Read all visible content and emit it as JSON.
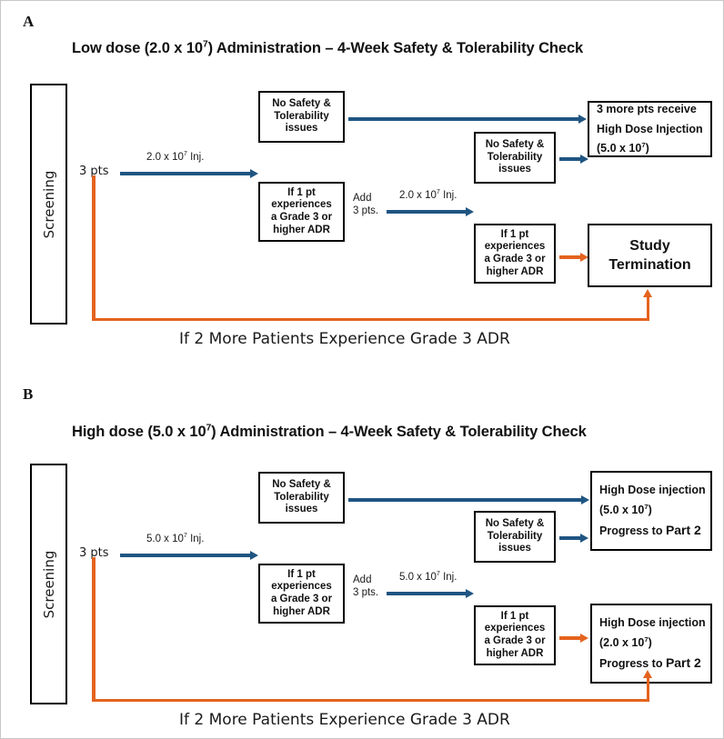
{
  "figure": {
    "panels": [
      {
        "letter": "A",
        "title_parts": {
          "pre": "Low dose (2.0 x 10",
          "exp": "7",
          "post": ") Administration – 4-Week Safety & Tolerability Check"
        },
        "title_plain": "Low dose (2.0 x 10⁷) Administration – 4-Week Safety & Tolerability Check",
        "screening_label": "Screening",
        "start_label": "3 pts",
        "edges": {
          "first_injection": "2.0 x 10⁷ Inj.",
          "add_patients_line1": "Add",
          "add_patients_line2": "3 pts.",
          "second_injection": "2.0 x 10⁷ Inj."
        },
        "nodes": {
          "no_issues_top": [
            "No Safety &",
            "Tolerability",
            "issues"
          ],
          "adr_left": [
            "If 1 pt",
            "experiences",
            "a Grade 3 or",
            "higher ADR"
          ],
          "no_issues_mid": [
            "No Safety &",
            "Tolerability",
            "issues"
          ],
          "adr_right": [
            "If 1 pt",
            "experiences",
            "a Grade 3 or",
            "higher ADR"
          ],
          "outcome_top": [
            "3 more pts receive",
            "High Dose Injection",
            "(5.0 x 10⁷)"
          ],
          "outcome_bottom": [
            "Study",
            "Termination"
          ]
        },
        "bottom_caption": "If 2 More Patients Experience Grade 3 ADR"
      },
      {
        "letter": "B",
        "title_parts": {
          "pre": "High dose (5.0 x 10",
          "exp": "7",
          "post": ") Administration – 4-Week Safety & Tolerability Check"
        },
        "title_plain": "High dose (5.0 x 10⁷) Administration – 4-Week Safety & Tolerability Check",
        "screening_label": "Screening",
        "start_label": "3 pts",
        "edges": {
          "first_injection": "5.0 x 10⁷ Inj.",
          "add_patients_line1": "Add",
          "add_patients_line2": "3 pts.",
          "second_injection": "5.0 x 10⁷ Inj."
        },
        "nodes": {
          "no_issues_top": [
            "No Safety &",
            "Tolerability",
            "issues"
          ],
          "adr_left": [
            "If 1 pt",
            "experiences",
            "a Grade 3 or",
            "higher ADR"
          ],
          "no_issues_mid": [
            "No Safety &",
            "Tolerability",
            "issues"
          ],
          "adr_right": [
            "If 1 pt",
            "experiences",
            "a Grade 3 or",
            "higher ADR"
          ],
          "outcome_top": [
            "High Dose injection",
            "(5.0 x 10⁷)",
            "Progress to Part 2"
          ],
          "outcome_bottom": [
            "High Dose injection",
            "(2.0 x 10⁷)",
            "Progress to Part 2"
          ]
        },
        "bottom_caption": "If 2 More Patients Experience Grade 3 ADR"
      }
    ],
    "colors": {
      "blue_arrow": "#1f5582",
      "orange_arrow": "#e4631e",
      "box_border": "#000000",
      "text": "#111111",
      "background": "#ffffff"
    }
  }
}
